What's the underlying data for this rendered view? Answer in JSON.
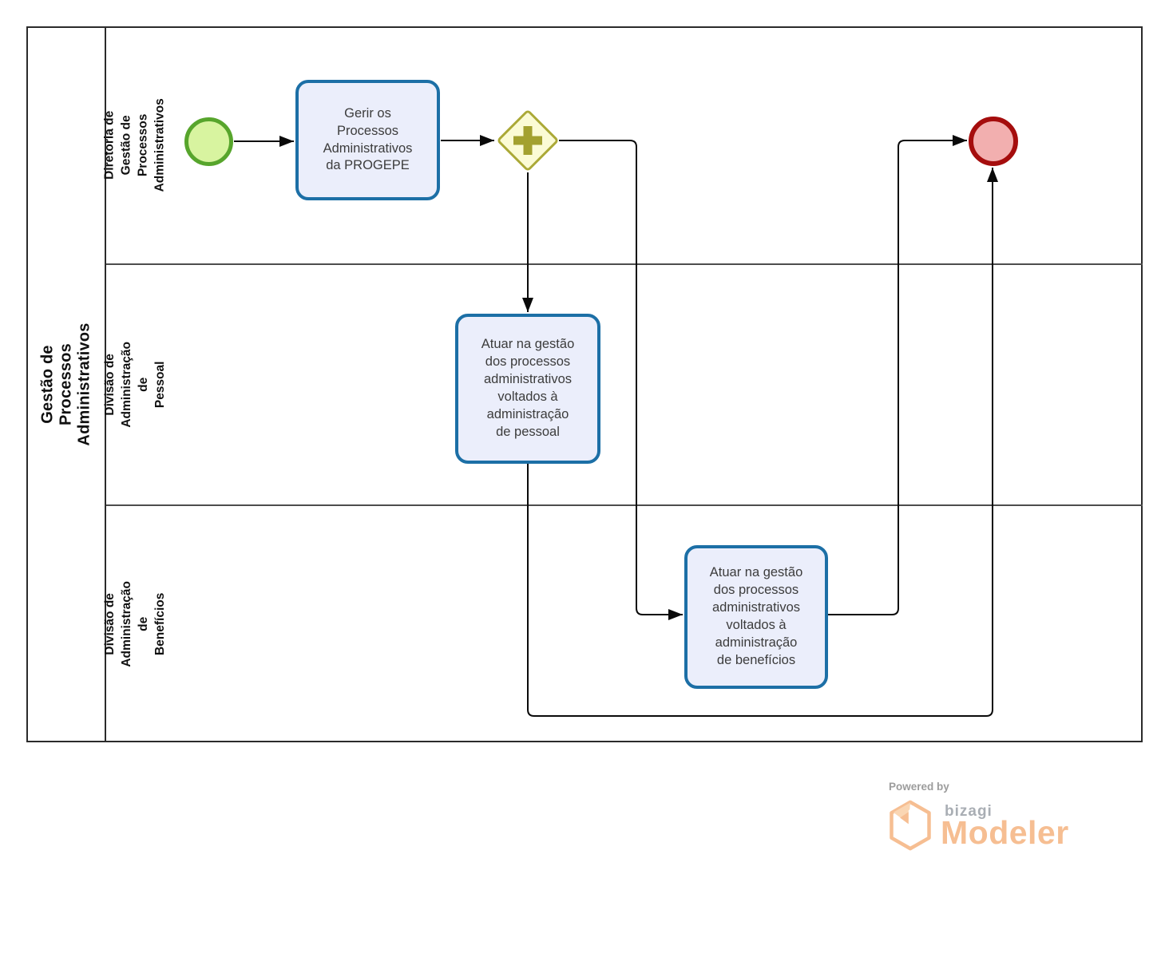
{
  "pool": {
    "name": "Gestão de Processos Administrativos"
  },
  "lanes": [
    {
      "name": "Diretoria de Gestão de\nProcessos Administrativos"
    },
    {
      "name": "Divisão de Administração de\nPessoal"
    },
    {
      "name": "Divisão de Administração de\nBenefícios"
    }
  ],
  "nodes": {
    "start": {
      "type": "start-event"
    },
    "task_gerir": {
      "label": "Gerir os\nProcessos\nAdministrativos\nda PROGEPE"
    },
    "gateway": {
      "type": "parallel-gateway"
    },
    "task_pessoal": {
      "label": "Atuar na gestão\ndos processos\nadministrativos\nvoltados à\nadministração\nde pessoal"
    },
    "task_beneficios": {
      "label": "Atuar na gestão\ndos processos\nadministrativos\nvoltados à\nadministração\nde benefícios"
    },
    "end": {
      "type": "end-event"
    }
  },
  "footer": {
    "powered_by": "Powered by",
    "brand": "bizagi",
    "product": "Modeler"
  },
  "colors": {
    "task_fill": "#EBEEFB",
    "task_border": "#1C6FA6",
    "start_fill": "#D8F4A0",
    "start_border": "#57A52C",
    "end_fill": "#F2AFAF",
    "end_border": "#A50D0D",
    "gateway_fill": "#FBFBD5",
    "gateway_border": "#ABA937",
    "gateway_plus": "#A3A12F",
    "flow": "#0A0A0A",
    "pool_border": "#2B2B2B",
    "lane_divider": "#4D4D4D",
    "brand_orange": "#F6BE92",
    "brand_gray": "#A9AEB4",
    "powered_gray": "#9C9C9C"
  }
}
